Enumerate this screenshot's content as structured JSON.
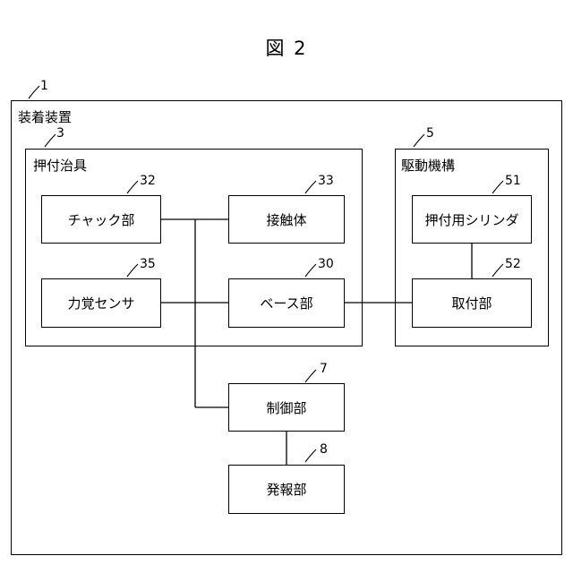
{
  "figure": {
    "title": "図 2"
  },
  "device": {
    "ref": "1",
    "label": "装着装置"
  },
  "jig": {
    "ref": "3",
    "label": "押付治具"
  },
  "drive": {
    "ref": "5",
    "label": "駆動機構"
  },
  "blocks": {
    "chuck": {
      "ref": "32",
      "label": "チャック部"
    },
    "contact": {
      "ref": "33",
      "label": "接触体"
    },
    "force_sensor": {
      "ref": "35",
      "label": "力覚センサ"
    },
    "base": {
      "ref": "30",
      "label": "ベース部"
    },
    "cylinder": {
      "ref": "51",
      "label": "押付用シリンダ"
    },
    "mount": {
      "ref": "52",
      "label": "取付部"
    },
    "control": {
      "ref": "7",
      "label": "制御部"
    },
    "alarm": {
      "ref": "8",
      "label": "発報部"
    }
  }
}
